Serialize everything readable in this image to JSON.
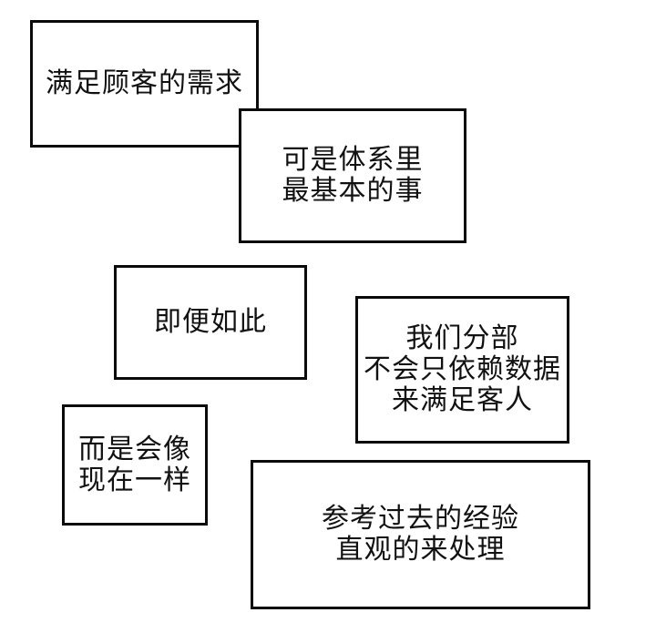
{
  "page": {
    "background_color": "#ffffff",
    "bubble_fill_color": "#ffffff",
    "bubble_border_color": "#0a0a0a",
    "text_color": "#111111"
  },
  "bubbles": [
    {
      "name": "bubble-top-left",
      "lines": [
        "满足顾客的需求"
      ]
    },
    {
      "name": "bubble-upper-middle",
      "lines": [
        "可是体系里",
        "最基本的事"
      ]
    },
    {
      "name": "bubble-middle-left",
      "lines": [
        "即便如此"
      ]
    },
    {
      "name": "bubble-middle-right",
      "lines": [
        "我们分部",
        "不会只依赖数据",
        "来满足客人"
      ]
    },
    {
      "name": "bubble-lower-left",
      "lines": [
        "而是会像",
        "现在一样"
      ]
    },
    {
      "name": "bubble-bottom",
      "lines": [
        "参考过去的经验",
        "直观的来处理"
      ]
    }
  ]
}
